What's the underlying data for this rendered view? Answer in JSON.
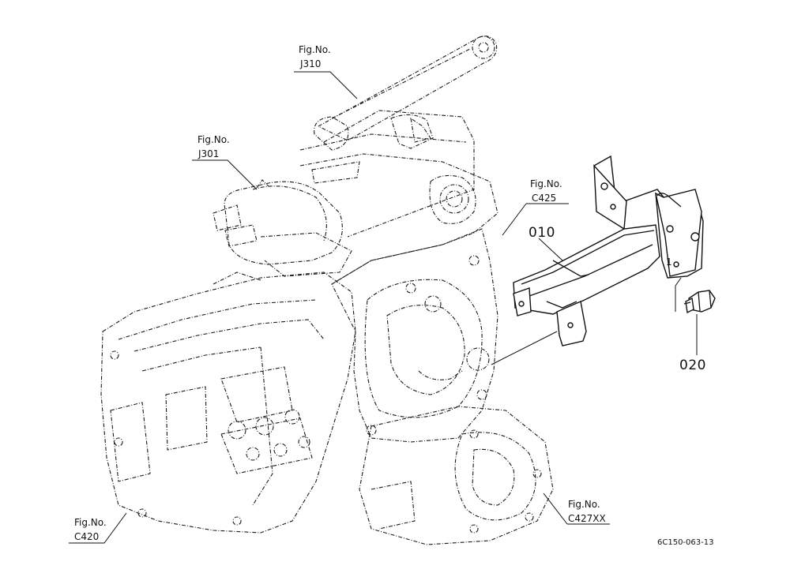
{
  "diagram": {
    "callouts": [
      {
        "id": "j310",
        "fig": "Fig.No.",
        "ref": "J310"
      },
      {
        "id": "j301",
        "fig": "Fig.No.",
        "ref": "J301"
      },
      {
        "id": "c425",
        "fig": "Fig.No.",
        "ref": "C425"
      },
      {
        "id": "c420",
        "fig": "Fig.No.",
        "ref": "C420"
      },
      {
        "id": "c427xx",
        "fig": "Fig.No.",
        "ref": "C427XX"
      }
    ],
    "parts": [
      {
        "id": "p010",
        "number": "010"
      },
      {
        "id": "p020",
        "number": "020"
      }
    ],
    "bracket_mark": "1",
    "drawing_code": "6C150-063-13"
  }
}
